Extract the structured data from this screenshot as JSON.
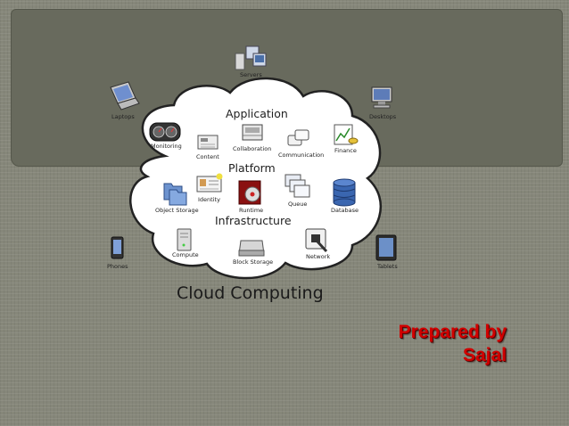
{
  "diagram": {
    "devices": {
      "servers": "Servers",
      "laptops": "Laptops",
      "desktops": "Desktops",
      "phones": "Phones",
      "tablets": "Tablets"
    },
    "layers": {
      "application": "Application",
      "platform": "Platform",
      "infrastructure": "Infrastructure"
    },
    "services": {
      "monitoring": "Monitoring",
      "content": "Content",
      "collaboration": "Collaboration",
      "communication": "Communication",
      "finance": "Finance",
      "object_storage": "Object Storage",
      "identity": "Identity",
      "runtime": "Runtime",
      "queue": "Queue",
      "database": "Database",
      "compute": "Compute",
      "block_storage": "Block Storage",
      "network": "Network"
    },
    "caption": "Cloud Computing"
  },
  "author": {
    "line1": "Prepared by",
    "line2": "Sajal"
  }
}
